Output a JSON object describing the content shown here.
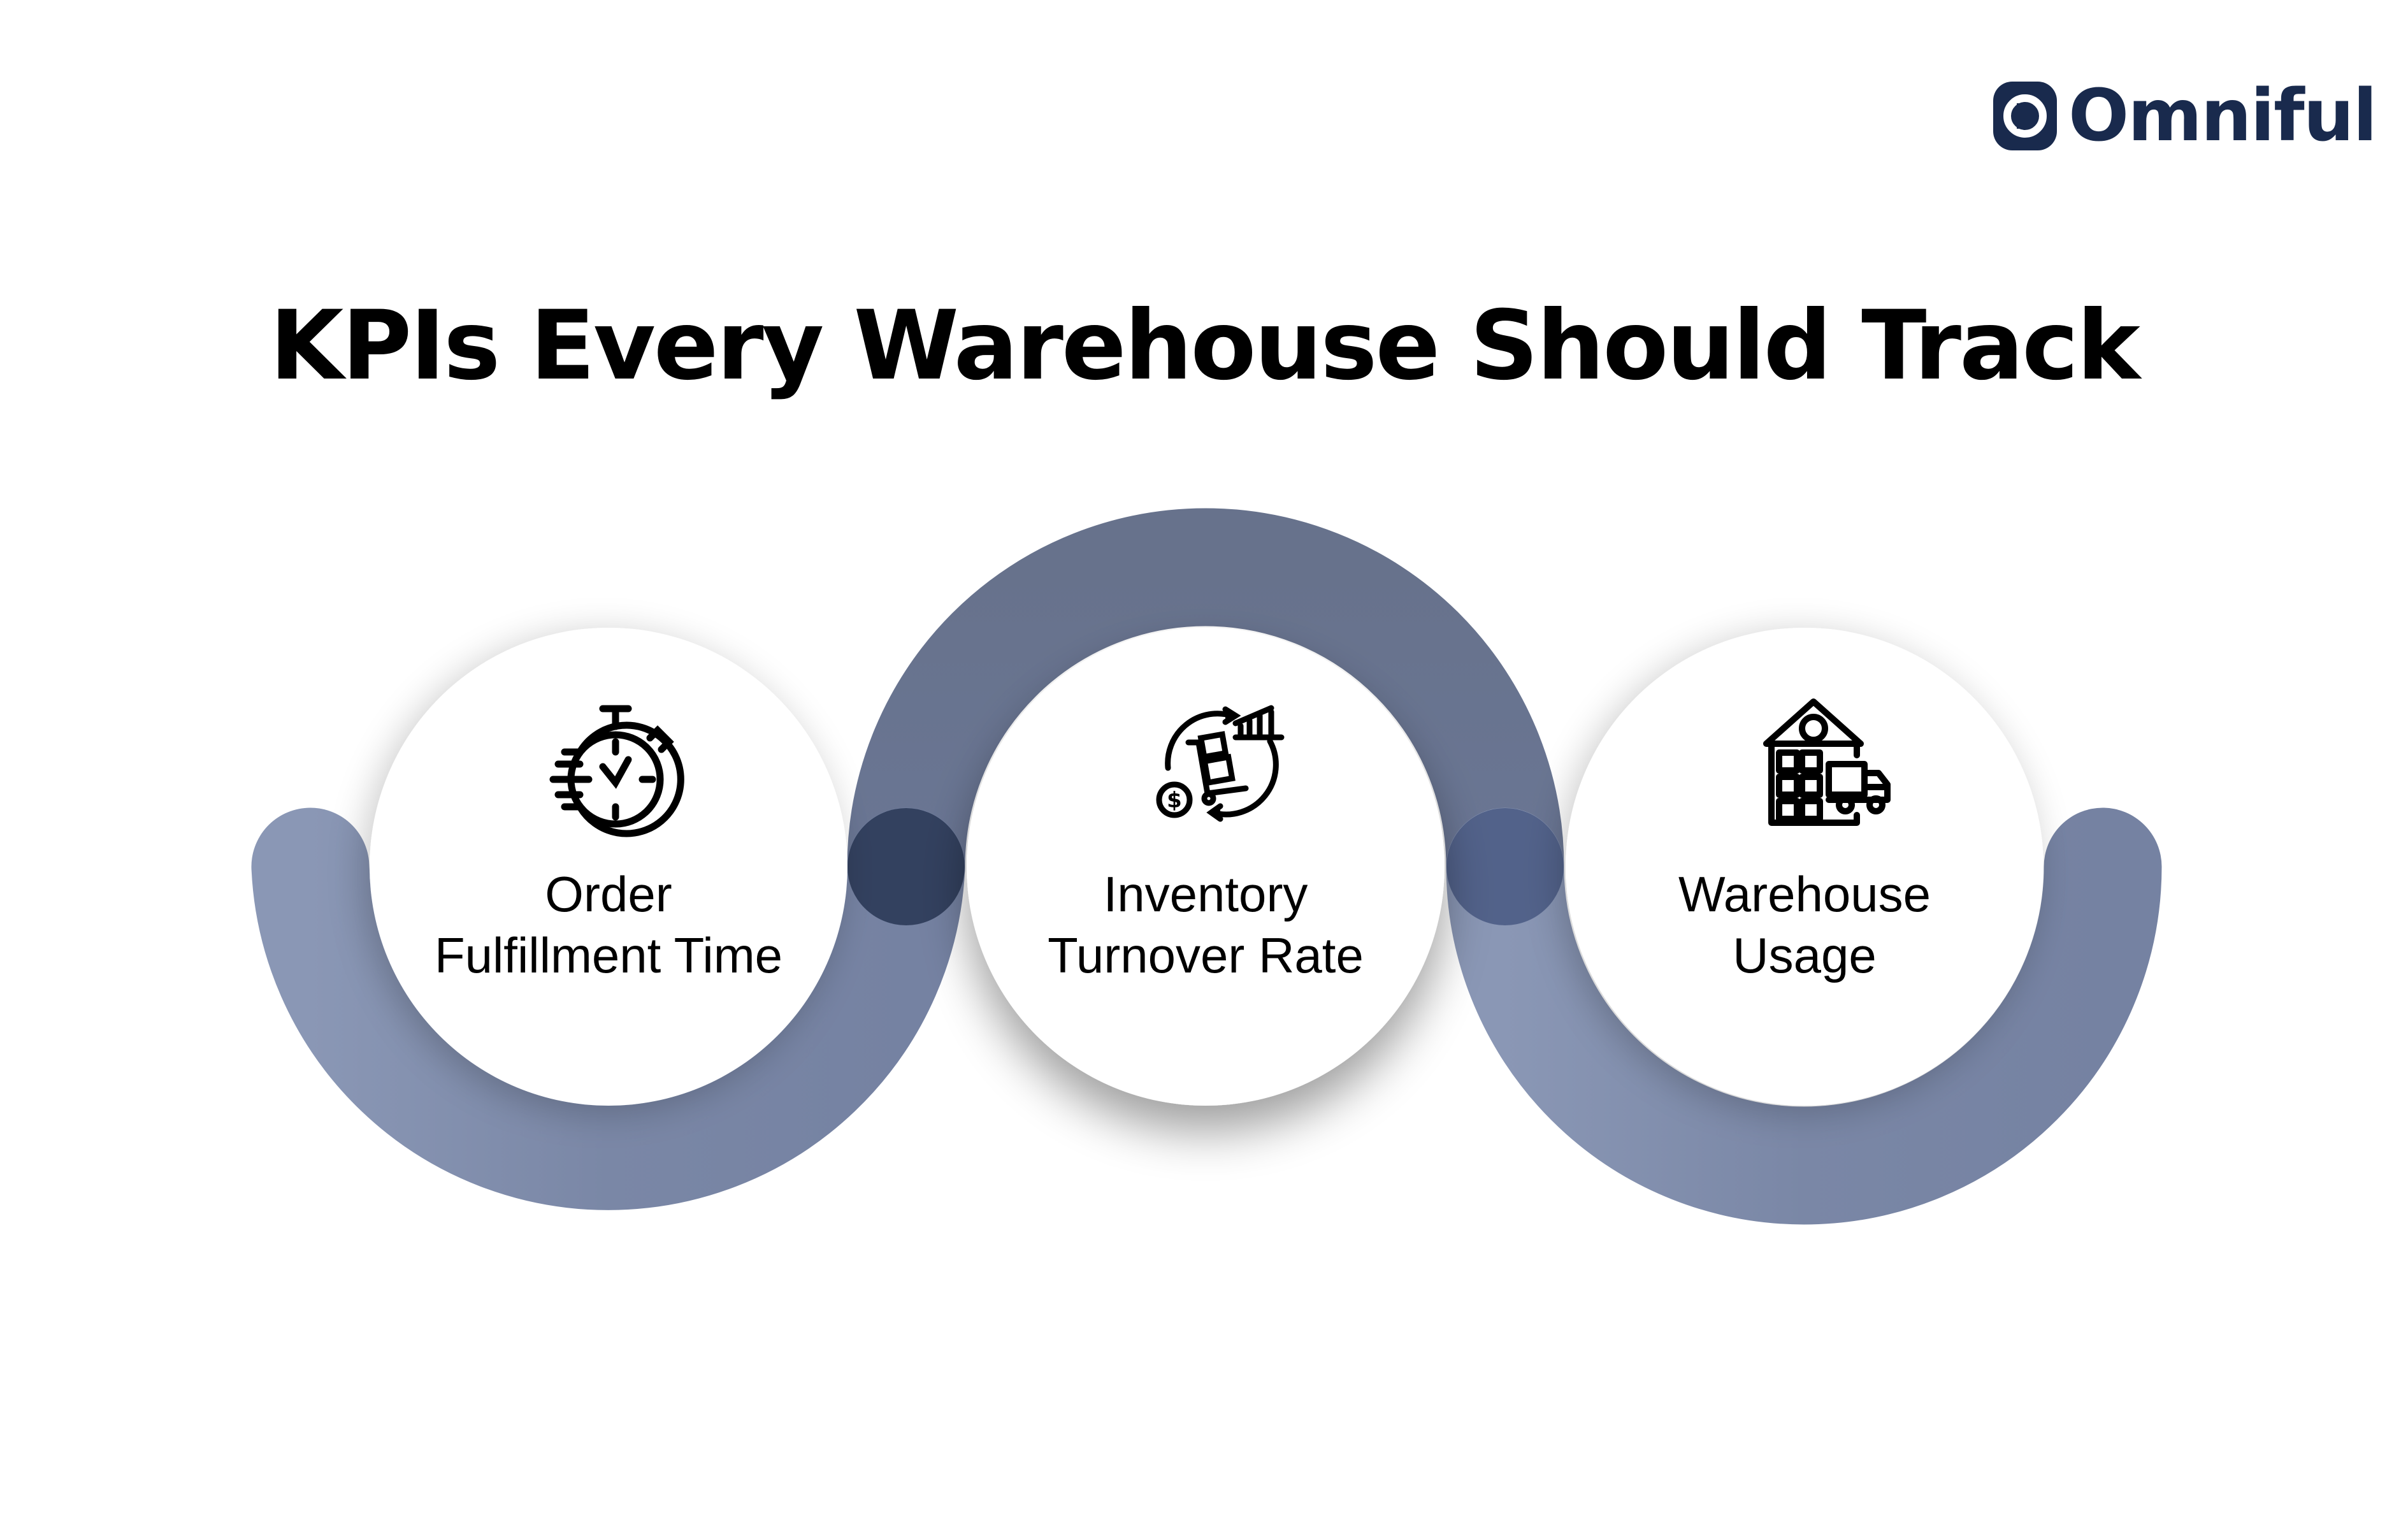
{
  "brand": {
    "name": "Omniful",
    "color": "#192a4d"
  },
  "title": "KPIs Every Warehouse Should Track",
  "colors": {
    "arc_light": "#8592b1",
    "arc_mid": "#67728c",
    "dot_dark": "#33415f",
    "dot_light": "#52628a",
    "circle_fill": "#ffffff"
  },
  "kpis": [
    {
      "line1": "Order",
      "line2": "Fulfillment Time",
      "icon": "stopwatch-icon"
    },
    {
      "line1": "Inventory",
      "line2": "Turnover Rate",
      "icon": "inventory-cycle-icon"
    },
    {
      "line1": "Warehouse",
      "line2": "Usage",
      "icon": "warehouse-truck-icon"
    }
  ]
}
